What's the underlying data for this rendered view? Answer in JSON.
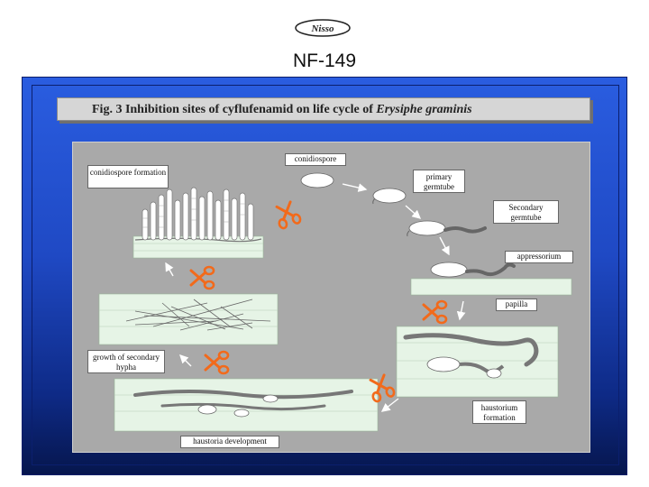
{
  "logo_text": "Nisso",
  "slide_title": "NF-149",
  "figure": {
    "title_prefix": "Fig. 3   Inhibition sites of cyflufenamid on life cycle of",
    "title_species": "Erysiphe graminis"
  },
  "stages": {
    "conidiospore": "conidiospore",
    "primary_germtube": "primary germtube",
    "secondary_germtube": "Secondary germtube",
    "appressorium": "appressorium",
    "papilla": "papilla",
    "haustorium_formation": "haustorium formation",
    "haustoria_development": "haustoria development",
    "growth_secondary_hypha": "growth of secondary hypha",
    "conidiospore_formation": "conidiospore formation"
  },
  "colors": {
    "scissors": "#f26a1b",
    "leaf": "#e6f4e6",
    "panel": "#a9a9a9",
    "background_blue": "#2a5de0"
  }
}
